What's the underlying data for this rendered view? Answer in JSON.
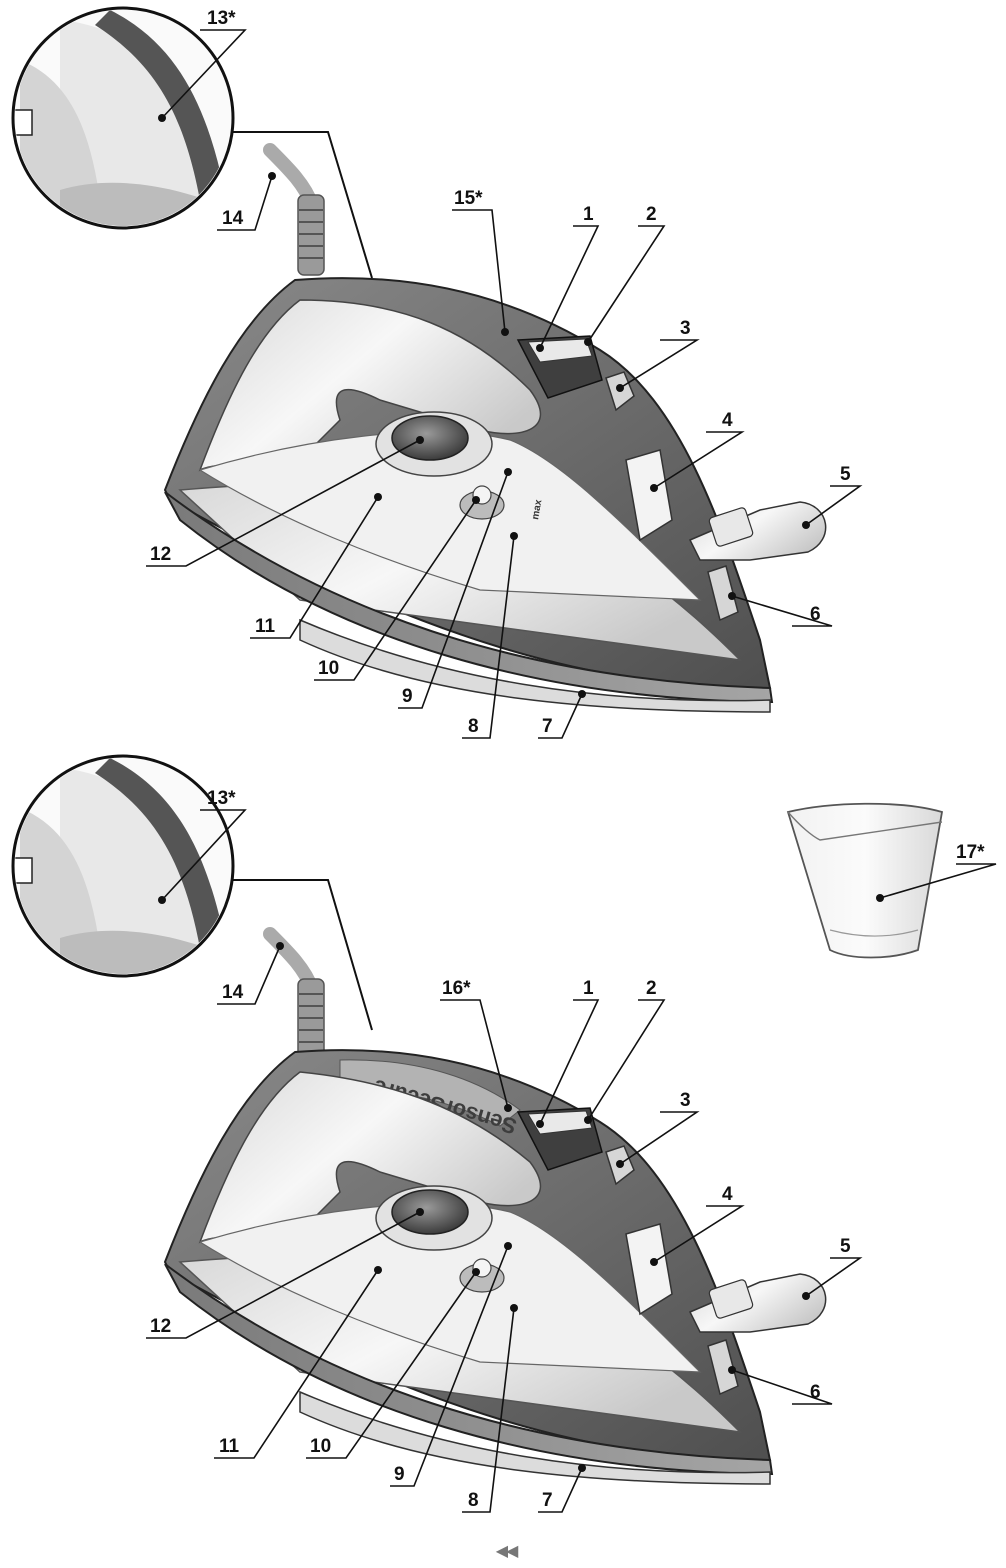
{
  "figures": [
    {
      "id": "top",
      "marks": {
        "max_mark": "max"
      },
      "callouts": [
        "13*",
        "14",
        "15*",
        "1",
        "2",
        "3",
        "4",
        "5",
        "6",
        "7",
        "8",
        "9",
        "10",
        "11",
        "12"
      ]
    },
    {
      "id": "bottom",
      "marks": {
        "brand_text": "SensorSecure"
      },
      "callouts": [
        "13*",
        "14",
        "16*",
        "1",
        "2",
        "3",
        "4",
        "5",
        "6",
        "7",
        "8",
        "9",
        "10",
        "11",
        "12",
        "17*"
      ]
    }
  ],
  "page_nav": {
    "glyph": "◀◀",
    "icon": "double-left-arrow-icon"
  },
  "colors": {
    "body_dark": "#6e6e6e",
    "body_mid": "#9a9a9a",
    "body_light": "#e6e6e6",
    "line": "#111111"
  }
}
